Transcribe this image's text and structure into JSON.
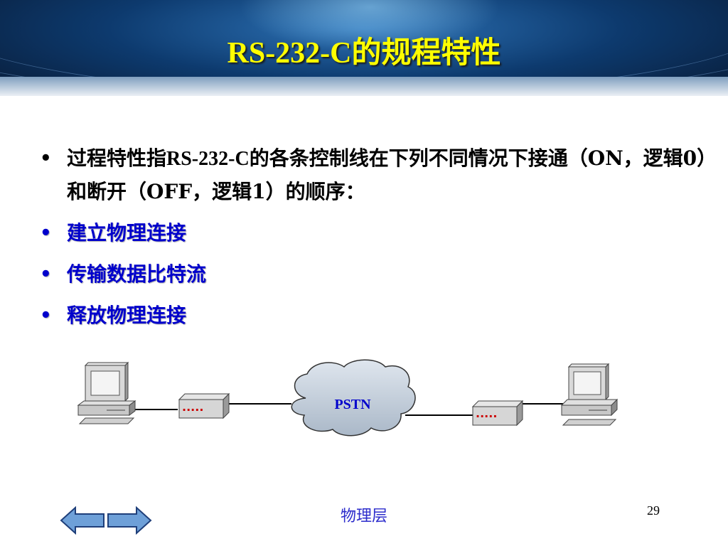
{
  "slide": {
    "title": "RS-232-C的规程特性",
    "bullets": [
      {
        "prefix": "过程特性指",
        "mid": "RS-232-C",
        "suffix": "的各条控制线在下列不同情况下接通（ON，逻辑0）和断开（OFF，逻辑1）的顺序："
      },
      {
        "text": "建立物理连接"
      },
      {
        "text": "传输数据比特流"
      },
      {
        "text": "释放物理连接"
      }
    ],
    "bullet_symbol": "•",
    "diagram": {
      "cloud_label": "PSTN"
    },
    "footer": "物理层",
    "page_number": "29"
  },
  "colors": {
    "title": "#ffff00",
    "header_blue": "#0d3a6e",
    "body_text": "#000000",
    "bullet_blue": "#0000cc",
    "footer_text": "#2d2dcc"
  }
}
